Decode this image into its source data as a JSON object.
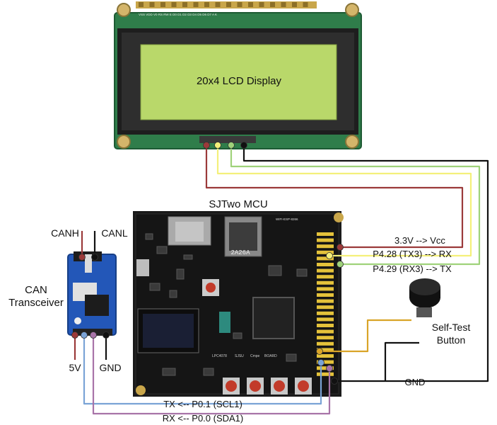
{
  "lcd": {
    "title": "20x4 LCD Display",
    "pin_header_text": "VSS VDD V0 RS RW E D0 D1 D2 D3 D4 D5 D6 D7 A K"
  },
  "mcu": {
    "title": "SJTwo MCU",
    "board_marks": [
      "LPC4078",
      "SJSU",
      "Cmpe",
      "BOARD"
    ],
    "wifi_label": "WIFI-ESP-8266",
    "chip_marking": "2A26A"
  },
  "can": {
    "title_line1": "CAN",
    "title_line2": "Transceiver",
    "canh": "CANH",
    "canl": "CANL",
    "v5": "5V",
    "gnd": "GND"
  },
  "connections": {
    "vcc": "3.3V --> Vcc",
    "rx": "P4.28 (TX3) --> RX",
    "tx": "P4.29 (RX3) --> TX",
    "gnd": "GND",
    "can_tx": "TX <-- P0.1 (SCL1)",
    "can_rx": "RX <-- P0.0 (SDA1)"
  },
  "button": {
    "line1": "Self-Test",
    "line2": "Button"
  },
  "wire_colors": {
    "red": "#9b3a3a",
    "yellow": "#f4f07a",
    "green": "#9fd27a",
    "black": "#111111",
    "blue": "#7aa3d6",
    "purple": "#a874a8",
    "gold": "#d9a428"
  }
}
